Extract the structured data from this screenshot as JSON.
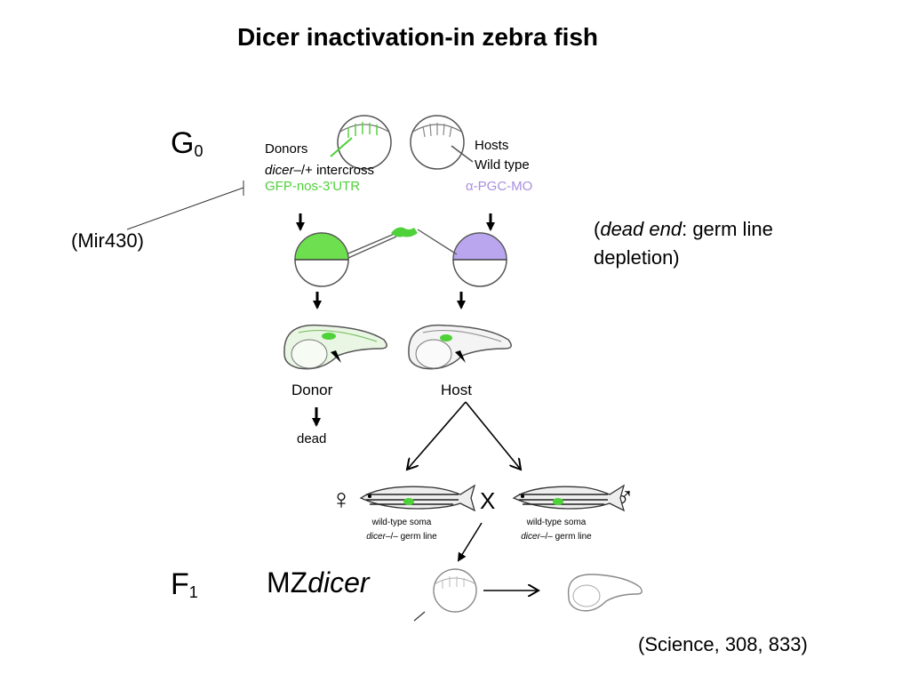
{
  "title": "Dicer inactivation-in zebra fish",
  "annotations": {
    "mir430": "(Mir430)",
    "dead_end_paren_open": "(",
    "dead_end_italic": "dead end",
    "dead_end_rest": ": germ line",
    "dead_end_line2": "depletion)",
    "citation": "(Science, 308, 833)"
  },
  "figure": {
    "gen0": "G",
    "gen0_sub": "0",
    "gen1": "F",
    "gen1_sub": "1",
    "donors": "Donors",
    "donor_cross_italic": "dicer",
    "donor_cross_rest": "–/+ intercross",
    "donor_label": "GFP-nos-3'UTR",
    "hosts": "Hosts",
    "host_type": "Wild type",
    "host_label": "α-PGC-MO",
    "donor_embryo": "Donor",
    "host_embryo": "Host",
    "donor_fate": "dead",
    "cross_symbol": "X",
    "fish_soma": "wild-type soma",
    "fish_germ_italic": "dicer",
    "fish_germ_rest": "–/– germ line",
    "female_symbol": "♀",
    "male_symbol": "♂",
    "mz_prefix": "MZ",
    "mz_italic": "dicer"
  },
  "colors": {
    "gfp_green": "#4fd13a",
    "morpholino_purple": "#a98fe0",
    "sketch_gray": "#555555"
  }
}
